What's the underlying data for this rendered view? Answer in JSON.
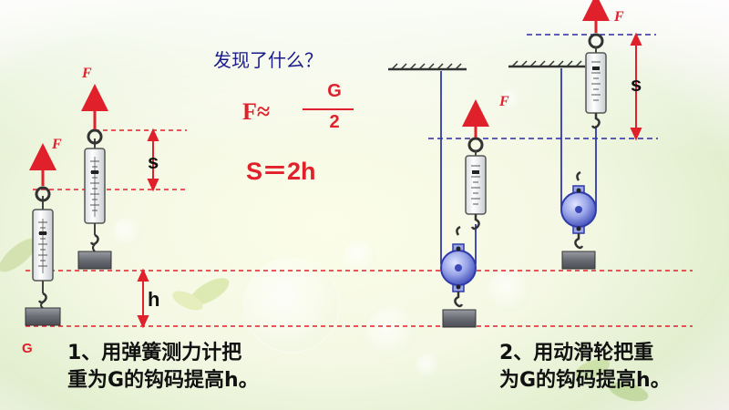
{
  "question": "发现了什么？",
  "formula_f": {
    "lhs": "F≈",
    "numerator": "G",
    "denominator": "2"
  },
  "formula_s": "S＝2h",
  "labels": {
    "force": "F",
    "weight": "G",
    "distance_s": "s",
    "height_h": "h"
  },
  "caption_1": {
    "line1": "1、用弹簧测力计把",
    "line2": "重为G的钩码提高h。"
  },
  "caption_2": {
    "line1": "2、用动滑轮把重",
    "line2": "为G的钩码提高h。"
  },
  "colors": {
    "arrow": "#e0202a",
    "dashed_red": "#e0202a",
    "dashed_blue": "#2a2aa0",
    "pulley": "#2f3aa8",
    "weight": "#6e7078"
  }
}
